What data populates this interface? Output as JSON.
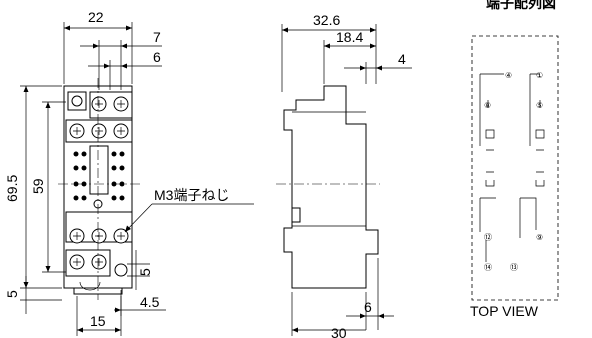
{
  "front_view": {
    "dim_width": "22",
    "dim_pitch_a": "7",
    "dim_pitch_b": "6",
    "dim_height": "69.5",
    "dim_inner_height": "59",
    "dim_bottom": "5",
    "dim_hole": "5",
    "dim_offset": "4.5",
    "dim_base": "15",
    "callout": "M3端子ねじ"
  },
  "side_view": {
    "dim_depth": "32.6",
    "dim_step": "18.4",
    "dim_lip": "4",
    "dim_rail": "6",
    "dim_base": "30"
  },
  "terminal_diagram": {
    "title": "端子配列図",
    "caption": "TOP VIEW",
    "pins": [
      "④",
      "①",
      "⑧",
      "⑤",
      "⑫",
      "⑨",
      "⑭",
      "⑬"
    ]
  }
}
